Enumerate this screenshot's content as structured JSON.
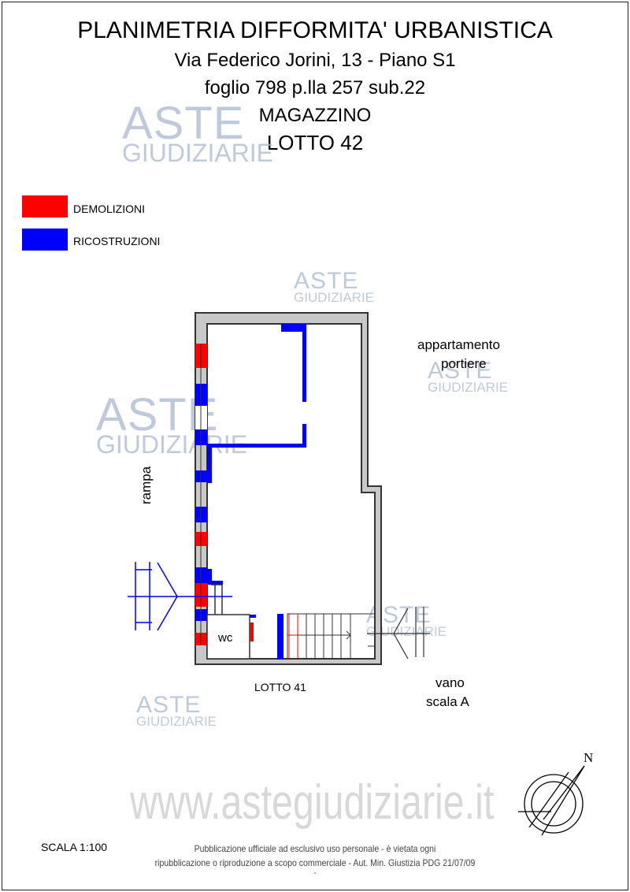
{
  "title": "PLANIMETRIA DIFFORMITA'  URBANISTICA",
  "address": "Via Federico Jorini, 13 - Piano S1",
  "cadastral": "foglio 798 p.lla 257 sub.22",
  "use": "MAGAZZINO",
  "lot": "LOTTO 42",
  "legend": [
    {
      "label": "DEMOLIZIONI",
      "color": "#ff0000"
    },
    {
      "label": "RICOSTRUZIONI",
      "color": "#0000ff"
    }
  ],
  "plan_labels": {
    "neighbor_line1": "appartamento",
    "neighbor_line2": "portiere",
    "ramp": "rampa",
    "wc": "wc",
    "adjacent_lot": "LOTTO 41",
    "stair_line1": "vano",
    "stair_line2": "scala A",
    "north": "N"
  },
  "watermark": {
    "line1": "ASTE",
    "line2": "GIUDIZIARIE",
    "site": "www.astegiudiziarie.it"
  },
  "scale": "SCALA 1:100",
  "footer_line1": "Pubblicazione ufficiale ad esclusivo uso personale - è vietata ogni",
  "footer_line2": "ripubblicazione o riproduzione a scopo commerciale - Aut. Min. Giustizia PDG 21/07/09",
  "footer_line3": "-"
}
